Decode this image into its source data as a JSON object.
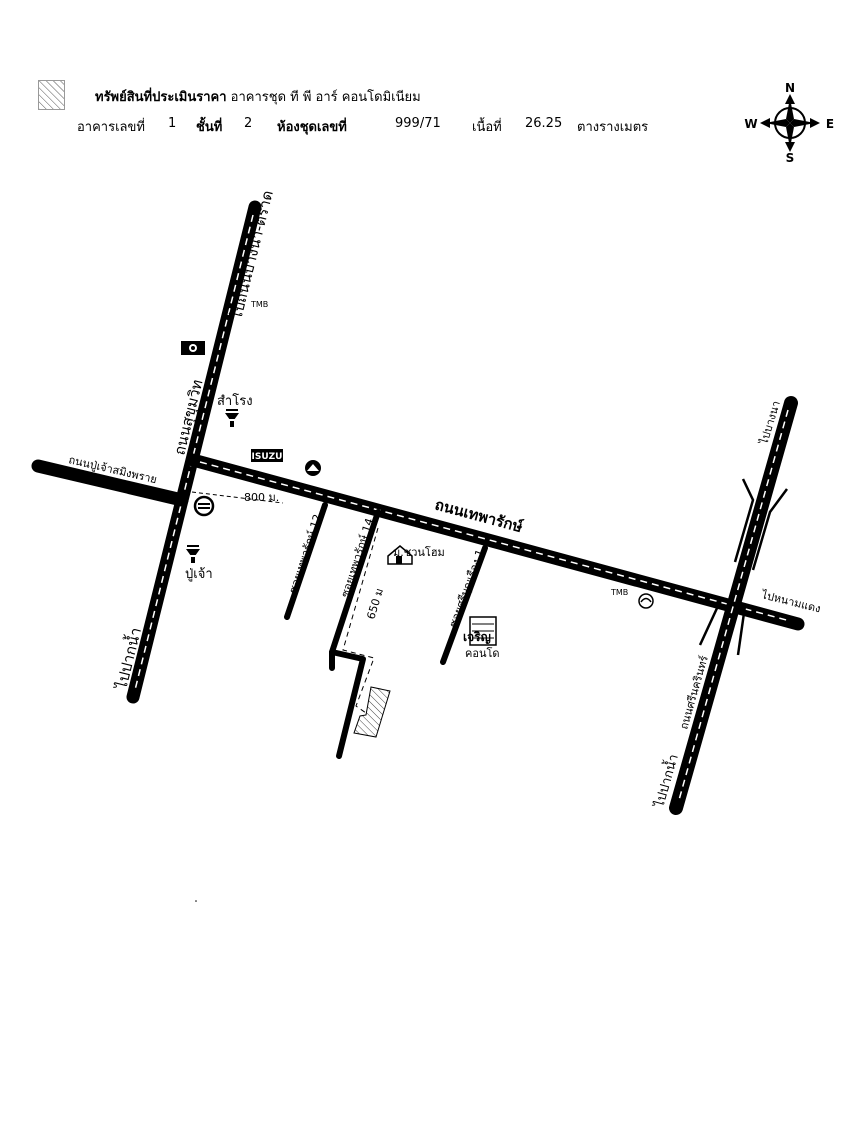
{
  "header": {
    "legend_label_bold": "ทรัพย์สินที่ประเมินราคา",
    "legend_label_rest": "อาคารชุด ที พี อาร์ คอนโดมิเนียม",
    "building_no_label": "อาคารเลขที่",
    "building_no": "1",
    "floor_label": "ชั้นที่",
    "floor_no": "2",
    "unit_label": "ห้องชุดเลขที่",
    "unit_no": "999/71",
    "area_label": "เนื้อที่",
    "area_value": "26.25",
    "area_unit": "ตางรางเมตร"
  },
  "compass": {
    "n": "N",
    "s": "S",
    "e": "E",
    "w": "W"
  },
  "roads": {
    "sukhumvit": "ถนนสุขุมวิท",
    "to_bangna_trat": "ไปถนนบางนา-ตราด",
    "to_paknam_left": "ไปปากน้ำ",
    "pu_chao": "ถนนปู่เจ้าสมิงพราย",
    "thepharak": "ถนนเทพารักษ์",
    "soi12": "ซอยเทพารักษ์ 12",
    "soi14": "ซอยเทพารักษ์ 14",
    "soi_siboonruang": "ซอยศรีบุญเรือง 1",
    "srinakarin": "ถนนศรีนครินทร์",
    "to_bangna": "ไปบางนา",
    "to_paknam_right": "ไปปากน้ำ",
    "to_nong_nam_daeng": "ไปหนามแดง"
  },
  "distances": {
    "d800": "800 ม.",
    "d650": "650 ม"
  },
  "landmarks": {
    "tmb_top": "TMB",
    "tmb_right": "TMB",
    "samrong": "สำโรง",
    "pu_chao_station": "ปู่เจ้า",
    "isuzu": "ISUZU",
    "home": "ม.ชวนโฮม",
    "condo_name": "เจริญ",
    "condo_label": "คอนโด"
  },
  "colors": {
    "road": "#000000",
    "dash": "#ffffff",
    "background": "#ffffff"
  }
}
